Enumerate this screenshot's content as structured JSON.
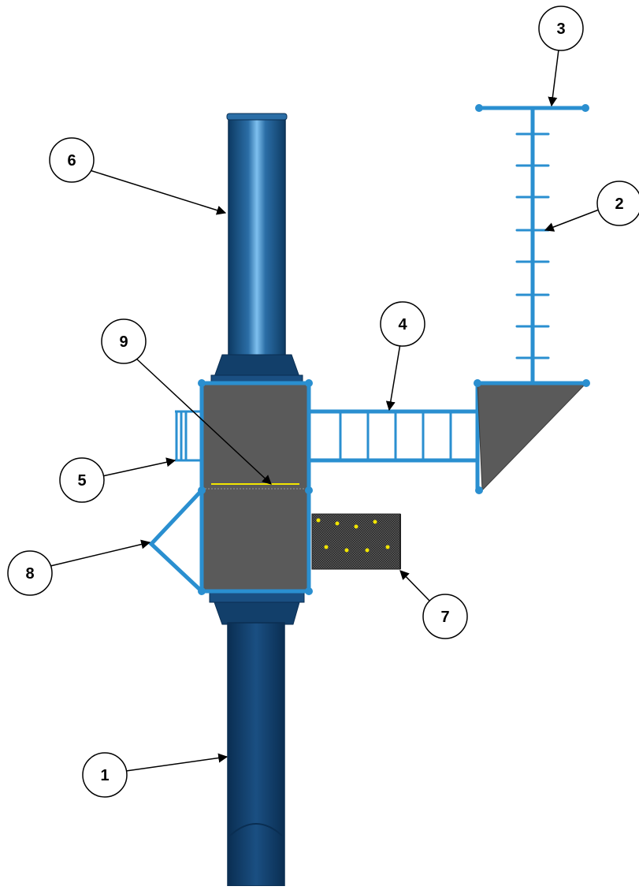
{
  "diagram": {
    "colors": {
      "tube_dark": "#0f3f6c",
      "tube_mid": "#1d5e96",
      "tube_light": "#6fb2e6",
      "rail": "#2a8fd0",
      "rail_light": "#55b4ea",
      "deck": "#5a5a5a",
      "deck_edge": "#3c3c3c",
      "climb_wall": "#3a3a3a",
      "hold": "#f2e600",
      "line": "#000000"
    },
    "callouts": [
      {
        "id": "1",
        "label": "1"
      },
      {
        "id": "2",
        "label": "2"
      },
      {
        "id": "3",
        "label": "3"
      },
      {
        "id": "4",
        "label": "4"
      },
      {
        "id": "5",
        "label": "5"
      },
      {
        "id": "6",
        "label": "6"
      },
      {
        "id": "7",
        "label": "7"
      },
      {
        "id": "8",
        "label": "8"
      },
      {
        "id": "9",
        "label": "9"
      }
    ]
  }
}
